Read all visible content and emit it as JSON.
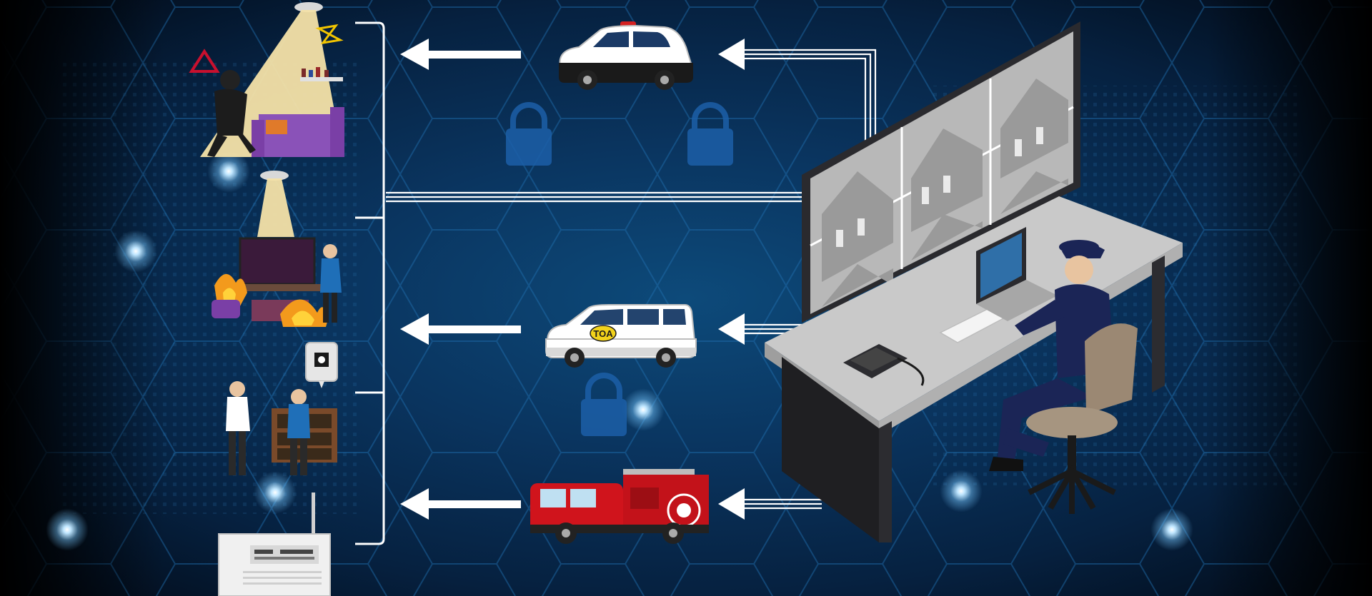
{
  "colors": {
    "background": "#0a3560",
    "accent_lines": "#ffffff",
    "hex_grid": "#1f6fb0",
    "police_car": "#ffffff",
    "security_car": "#ffffff",
    "fire_truck": "#d0141c",
    "lock_icon": "#1c5fa8",
    "monitor_frame": "#2a2a2e",
    "desk": "#c9c9c9",
    "guard_uniform": "#1b2556"
  },
  "vehicles": {
    "security_car_logo": "TOA"
  },
  "icons": [
    "intruder-alarm-scene",
    "fire-alarm-scene",
    "emergency-button-scene",
    "control-panel-device",
    "police-car",
    "security-car",
    "fire-truck",
    "lock-icon",
    "cctv-monitor-wall",
    "security-guard",
    "telephone",
    "laptop"
  ]
}
